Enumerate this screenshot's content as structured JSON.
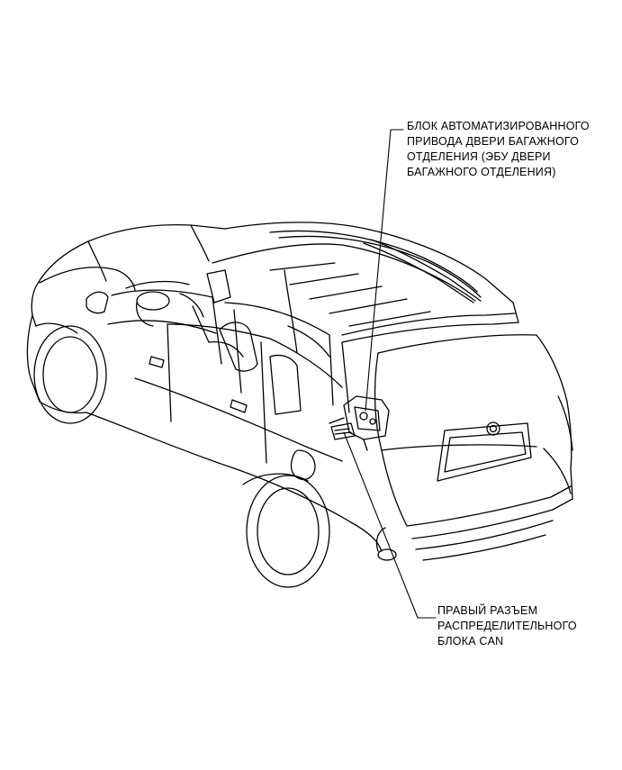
{
  "labels": {
    "tailgate_ecu": [
      "БЛОК АВТОМАТИЗИРОВАННОГО",
      "ПРИВОДА ДВЕРИ БАГАЖНОГО",
      "ОТДЕЛЕНИЯ (ЭБУ ДВЕРИ",
      "БАГАЖНОГО ОТДЕЛЕНИЯ)"
    ],
    "can_junction_connector": [
      "ПРАВЫЙ РАЗЪЕМ",
      "РАСПРЕДЕЛИТЕЛЬНОГО",
      "БЛОКА CAN"
    ]
  }
}
